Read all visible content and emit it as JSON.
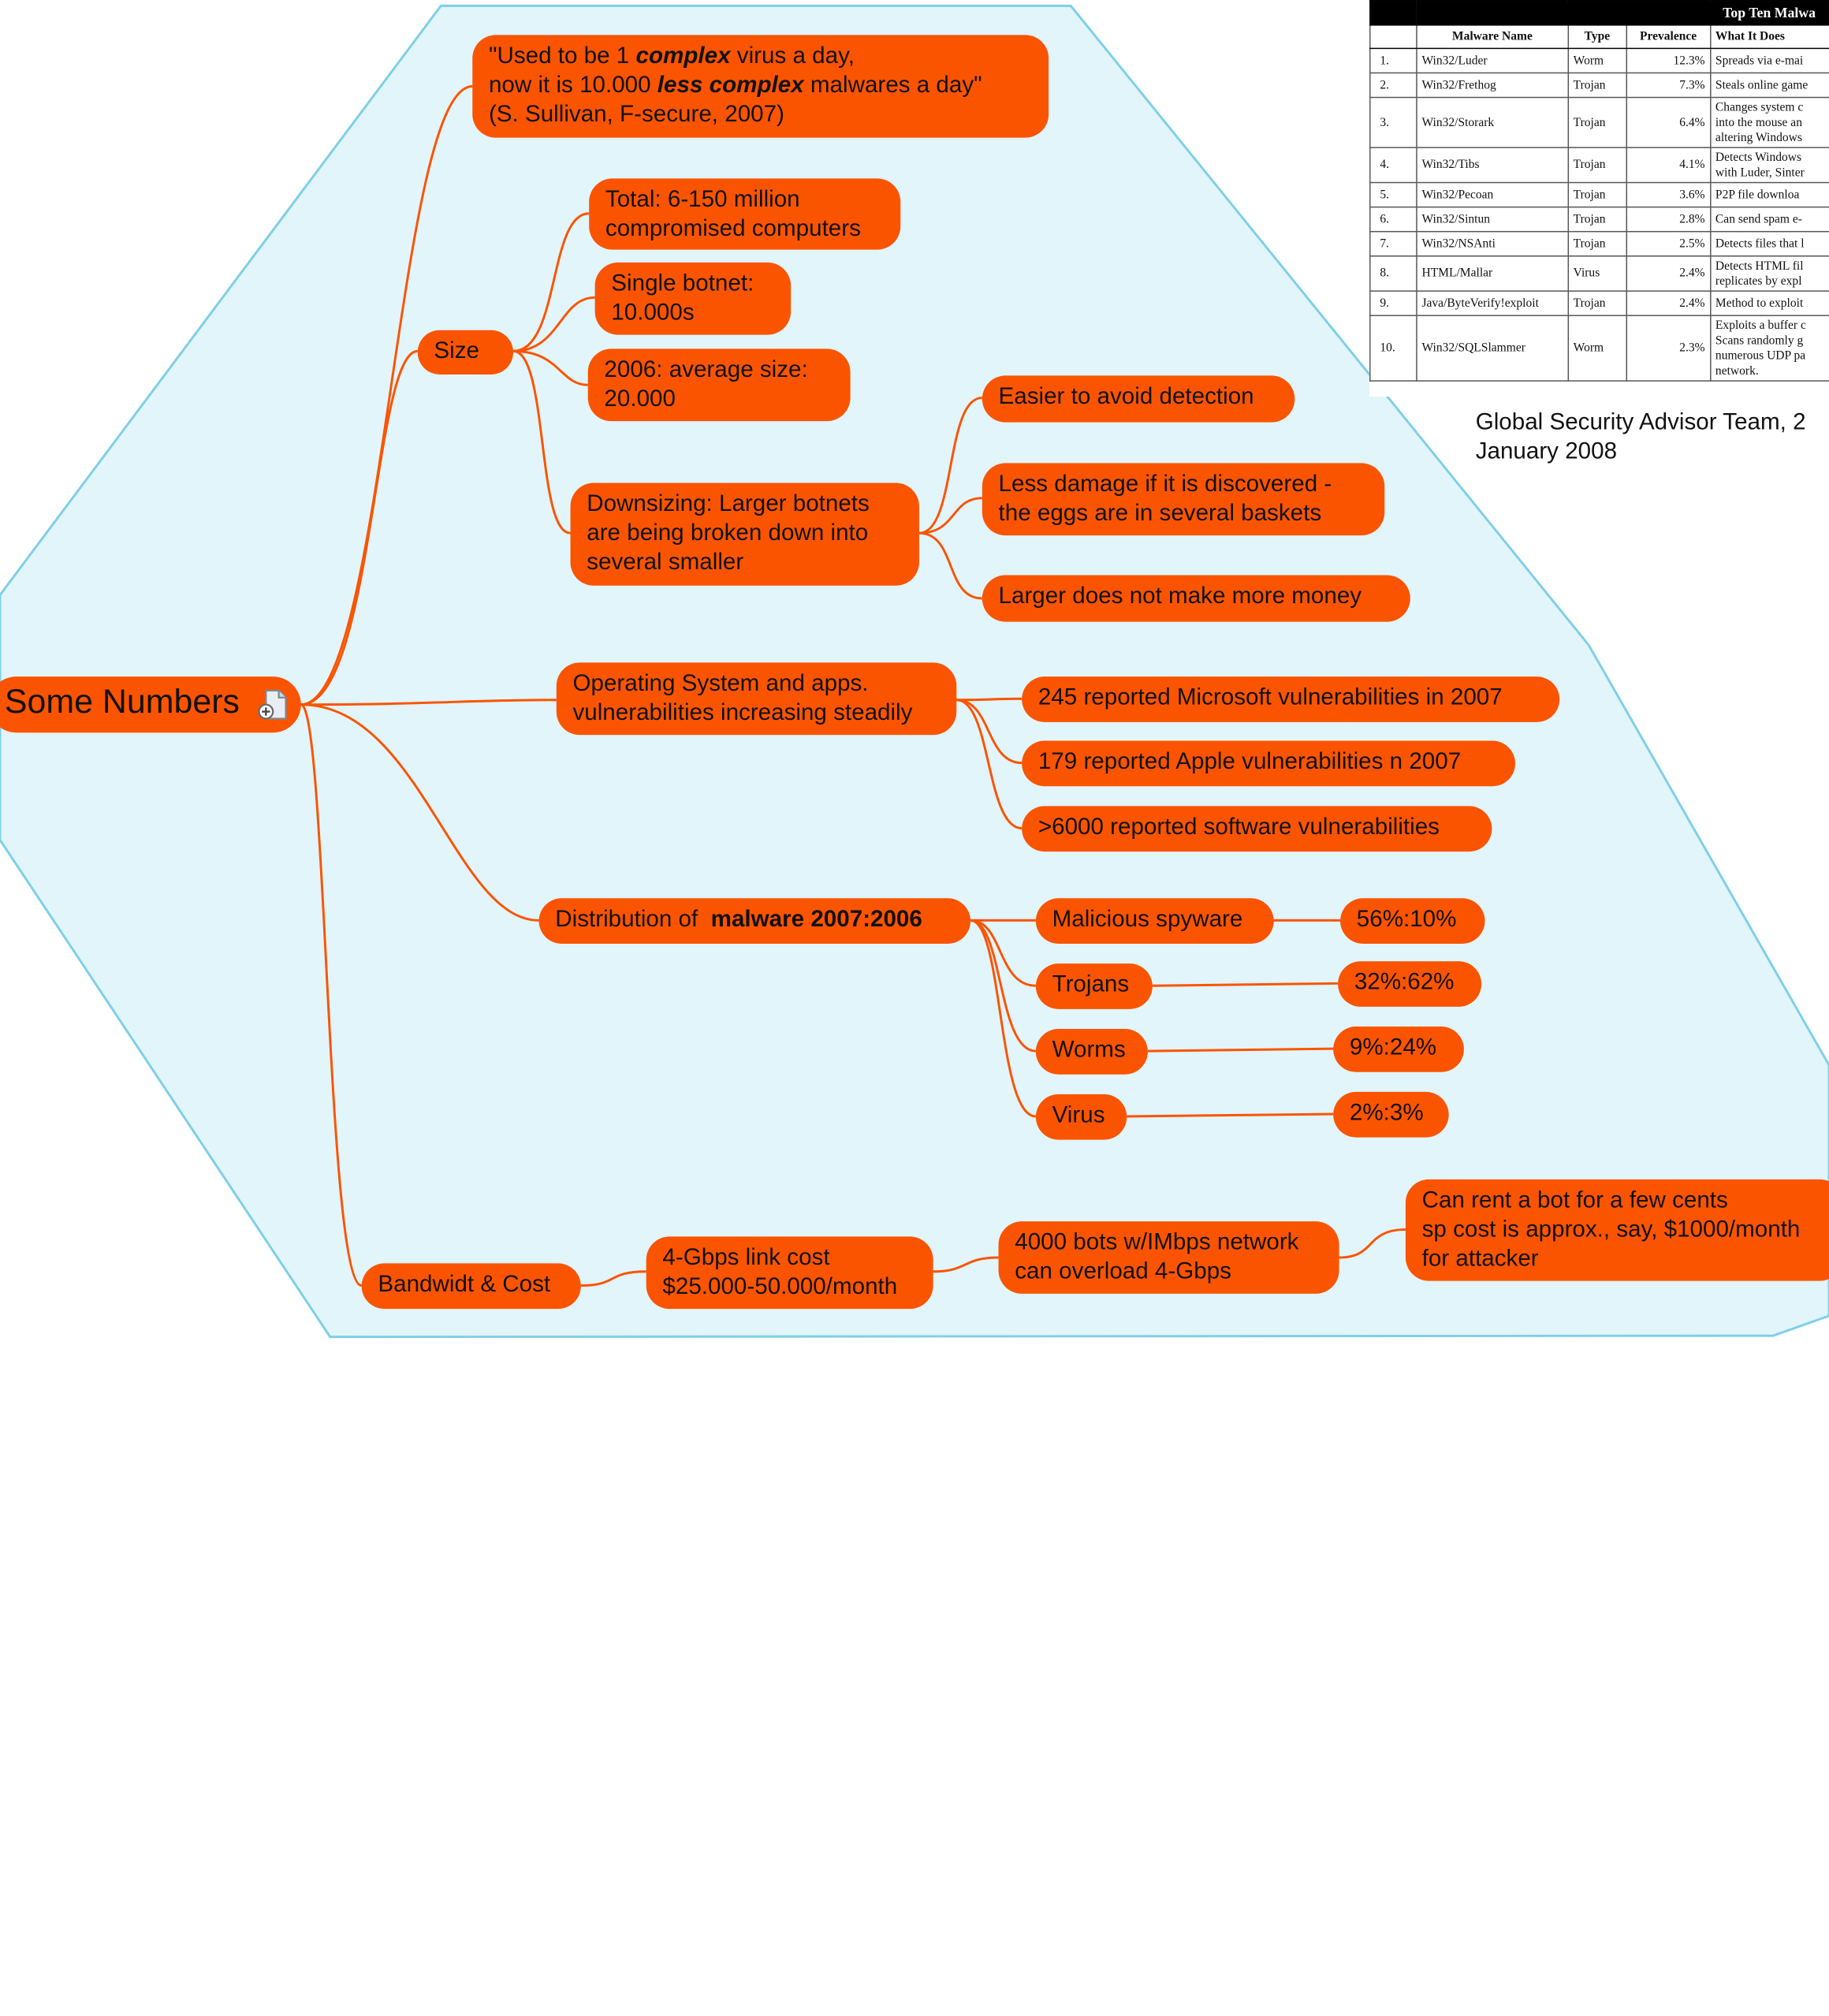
{
  "root": {
    "label": "Some Numbers"
  },
  "quote": {
    "line1_a": "\"Used to be 1 ",
    "line1_b": "complex",
    "line1_c": " virus a day,",
    "line2_a": "now it is 10.000 ",
    "line2_b": "less complex",
    "line2_c": " malwares a day\"",
    "line3": "(S. Sullivan, F-secure, 2007)"
  },
  "size": {
    "label": "Size",
    "total": [
      "Total: 6-150 million",
      "compromised computers"
    ],
    "single": [
      "Single botnet:",
      "10.000s"
    ],
    "avg": [
      "2006: average size:",
      "20.000"
    ],
    "downsizing": [
      "Downsizing: Larger botnets",
      "are being broken down into",
      "several smaller"
    ],
    "reasons": [
      [
        "Easier to avoid detection"
      ],
      [
        "Less damage if it is discovered -",
        "the eggs are in several baskets"
      ],
      [
        "Larger does not make more money"
      ]
    ]
  },
  "vuln": {
    "label": [
      "Operating System and apps.",
      "vulnerabilities increasing steadily"
    ],
    "items": [
      "245 reported Microsoft vulnerabilities in 2007",
      "179 reported Apple vulnerabilities n 2007",
      ">6000 reported software vulnerabilities"
    ]
  },
  "distribution": {
    "label_a": "Distribution of  ",
    "label_b": "malware 2007:2006",
    "rows": [
      {
        "name": "Malicious spyware",
        "value": "56%:10%"
      },
      {
        "name": "Trojans",
        "value": "32%:62%"
      },
      {
        "name": "Worms",
        "value": "9%:24%"
      },
      {
        "name": "Virus",
        "value": "2%:3%"
      }
    ]
  },
  "bandwidth": {
    "label": "Bandwidt & Cost",
    "link": [
      "4-Gbps link cost",
      "$25.000-50.000/month"
    ],
    "bots": [
      "4000 bots w/IMbps network",
      "can overload 4-Gbps"
    ],
    "rent": [
      "Can rent a bot for a few cents",
      "sp cost is approx., say, $1000/month",
      "for attacker"
    ]
  },
  "table": {
    "title": "Top Ten Malwa",
    "headers": [
      "",
      "Malware Name",
      "Type",
      "Prevalence",
      "What It Does"
    ],
    "rows": [
      [
        "1.",
        "Win32/Luder",
        "Worm",
        "12.3%",
        "Spreads via e-mai"
      ],
      [
        "2.",
        "Win32/Frethog",
        "Trojan",
        "7.3%",
        "Steals online game"
      ],
      [
        "3.",
        "Win32/Storark",
        "Trojan",
        "6.4%",
        "Changes system c|into the mouse an|altering Windows"
      ],
      [
        "4.",
        "Win32/Tibs",
        "Trojan",
        "4.1%",
        "Detects Windows|with Luder, Sinter"
      ],
      [
        "5.",
        "Win32/Pecoan",
        "Trojan",
        "3.6%",
        "P2P file downloa"
      ],
      [
        "6.",
        "Win32/Sintun",
        "Trojan",
        "2.8%",
        "Can send spam e-"
      ],
      [
        "7.",
        "Win32/NSAnti",
        "Trojan",
        "2.5%",
        "Detects files that l"
      ],
      [
        "8.",
        "HTML/Mallar",
        "Virus",
        "2.4%",
        "Detects HTML fil|replicates by expl"
      ],
      [
        "9.",
        "Java/ByteVerify!exploit",
        "Trojan",
        "2.4%",
        "Method to exploit"
      ],
      [
        "10.",
        "Win32/SQLSlammer",
        "Worm",
        "2.3%",
        "Exploits a buffer c|Scans randomly g|numerous UDP pa|network."
      ]
    ]
  },
  "caption": [
    "Global Security Advisor Team, 2",
    "January 2008"
  ],
  "colors": {
    "node": "#fb5400",
    "boundary_fill": "#e1f5fb",
    "boundary_stroke": "#7ecfe8",
    "connector": "#fb5400"
  },
  "icons": {
    "root_attachment": "document-add-icon"
  }
}
